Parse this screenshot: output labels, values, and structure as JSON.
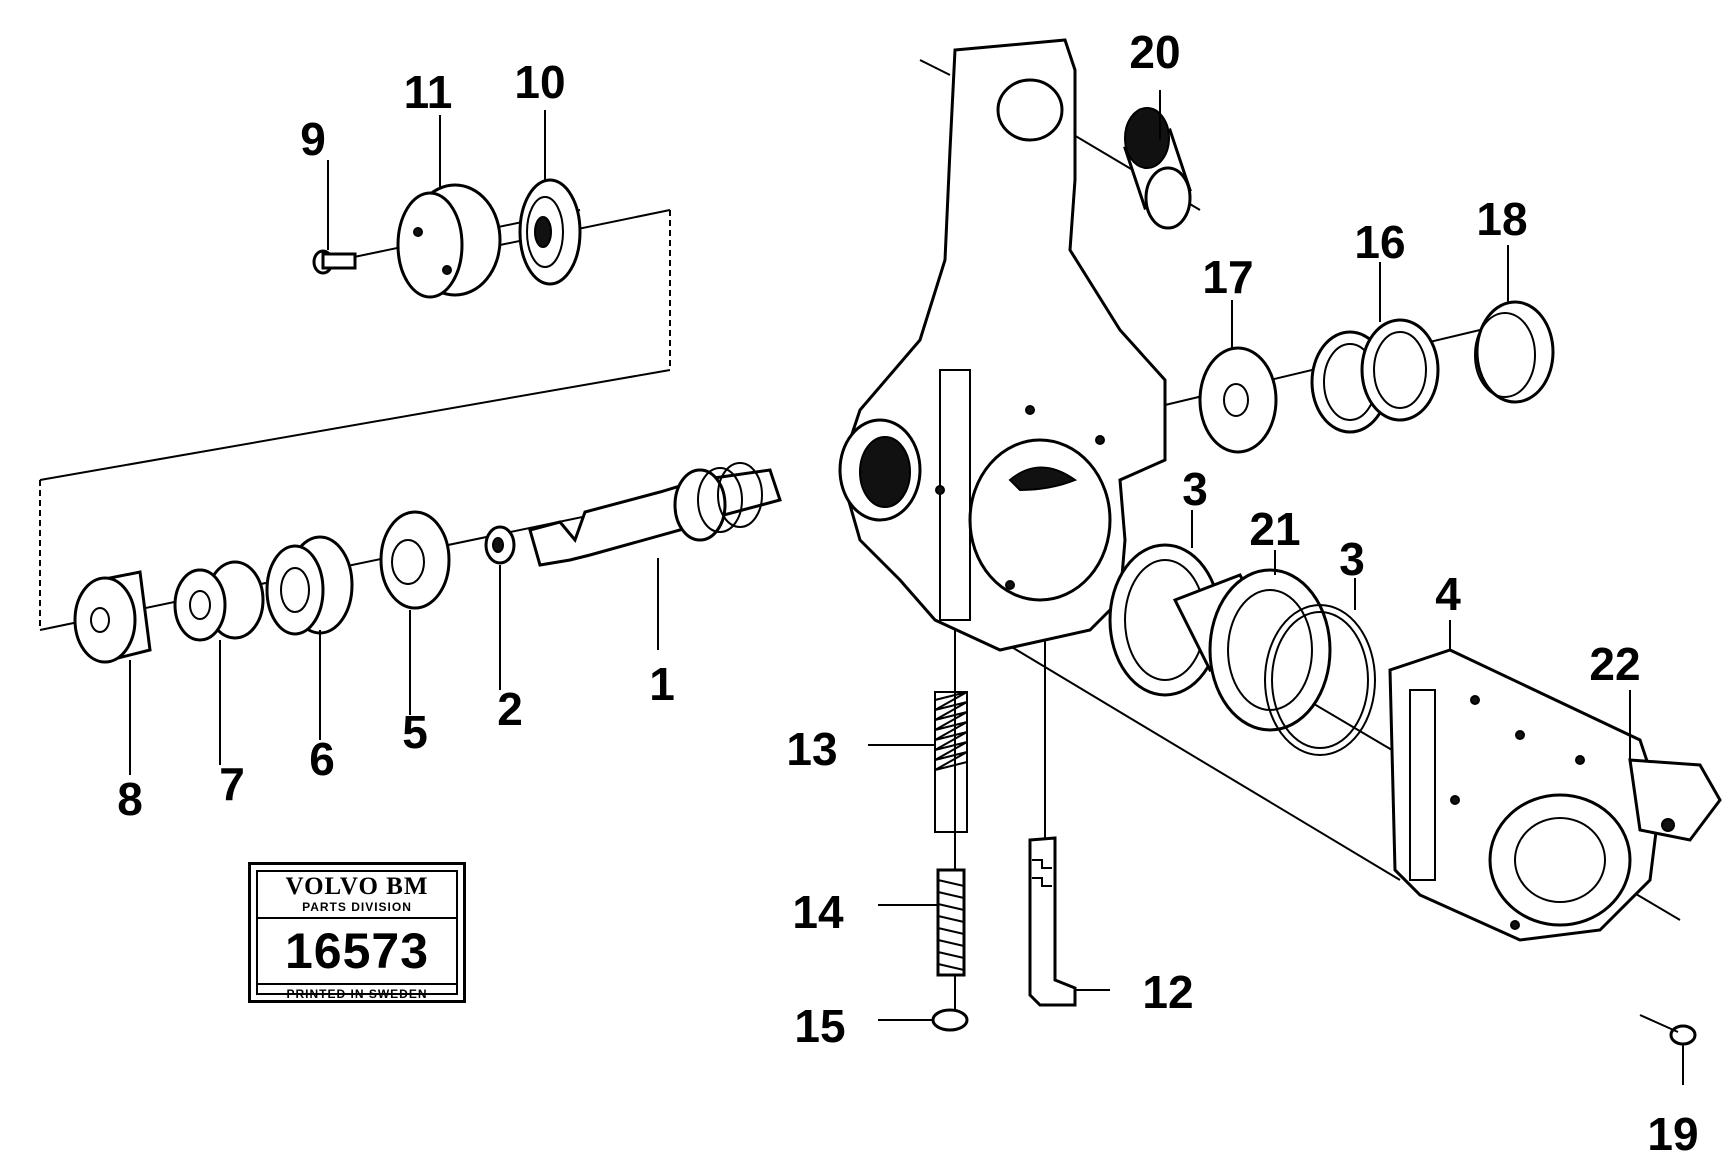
{
  "stamp": {
    "brand": "VOLVO BM",
    "division": "PARTS DIVISION",
    "number": "16573",
    "printed": "PRINTED IN SWEDEN"
  },
  "callouts": {
    "c1": "1",
    "c2": "2",
    "c3a": "3",
    "c3b": "3",
    "c4": "4",
    "c5": "5",
    "c6": "6",
    "c7": "7",
    "c8": "8",
    "c9": "9",
    "c10": "10",
    "c11": "11",
    "c12": "12",
    "c13": "13",
    "c14": "14",
    "c15": "15",
    "c16": "16",
    "c17": "17",
    "c18": "18",
    "c19": "19",
    "c20": "20",
    "c21": "21",
    "c22": "22"
  }
}
